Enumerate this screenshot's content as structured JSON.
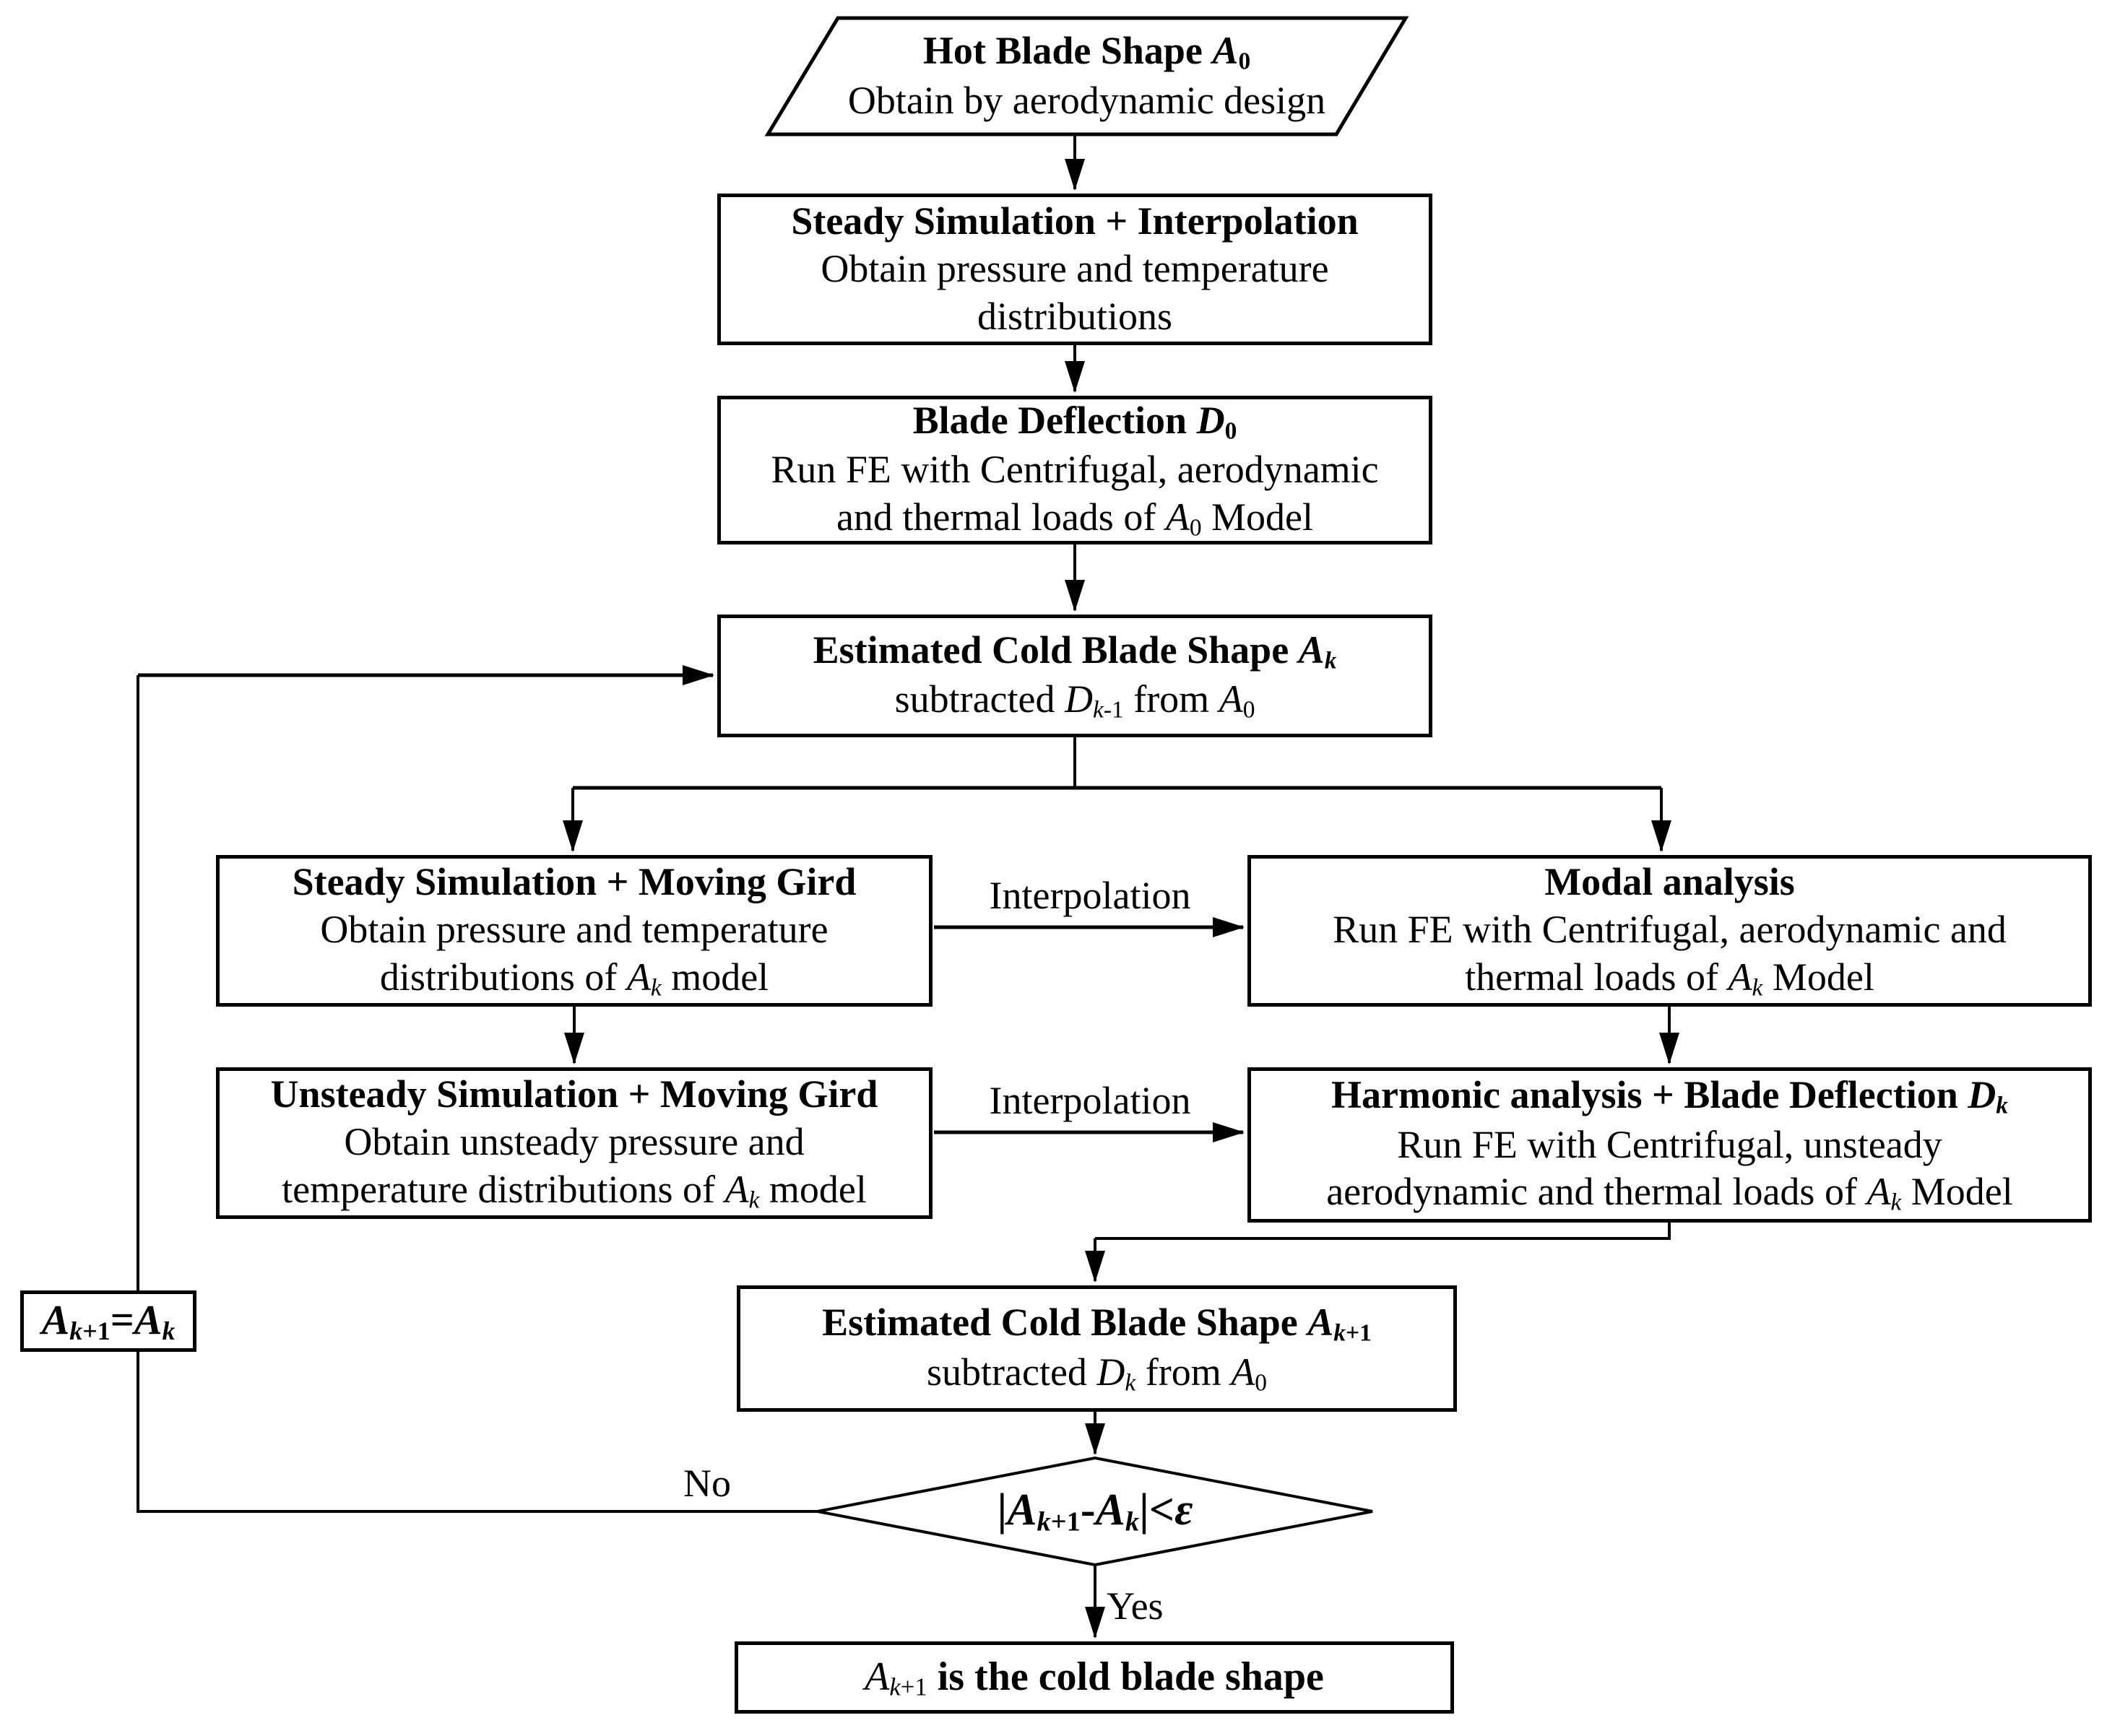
{
  "figure": {
    "background": "#ffffff",
    "stroke": "#000000"
  },
  "nodes": {
    "start": {
      "shape": "parallelogram",
      "lines": [
        [
          {
            "t": "Hot Blade Shape ",
            "s": "b"
          },
          {
            "t": "A",
            "s": "bi"
          },
          {
            "t": "0",
            "s": "bsub"
          }
        ],
        [
          {
            "t": "Obtain by aerodynamic design",
            "s": ""
          }
        ]
      ]
    },
    "steady_interpolation": {
      "shape": "rect",
      "lines": [
        [
          {
            "t": "Steady Simulation + Interpolation",
            "s": "b"
          }
        ],
        [
          {
            "t": "Obtain pressure and temperature",
            "s": ""
          }
        ],
        [
          {
            "t": "distributions",
            "s": ""
          }
        ]
      ]
    },
    "blade_deflection_d0": {
      "shape": "rect",
      "lines": [
        [
          {
            "t": "Blade Deflection ",
            "s": "b"
          },
          {
            "t": "D",
            "s": "bi"
          },
          {
            "t": "0",
            "s": "bsub"
          }
        ],
        [
          {
            "t": "Run FE with Centrifugal, aerodynamic",
            "s": ""
          }
        ],
        [
          {
            "t": "and thermal loads of ",
            "s": ""
          },
          {
            "t": "A",
            "s": "i"
          },
          {
            "t": "0",
            "s": "sub"
          },
          {
            "t": " Model",
            "s": ""
          }
        ]
      ]
    },
    "estimated_cold_ak": {
      "shape": "rect",
      "lines": [
        [
          {
            "t": "Estimated Cold Blade Shape ",
            "s": "b"
          },
          {
            "t": "A",
            "s": "bi"
          },
          {
            "t": "k",
            "s": "bsubi"
          }
        ],
        [
          {
            "t": "subtracted ",
            "s": ""
          },
          {
            "t": "D",
            "s": "i"
          },
          {
            "t": "k",
            "s": "subi"
          },
          {
            "t": "-1",
            "s": "sub"
          },
          {
            "t": " from ",
            "s": ""
          },
          {
            "t": "A",
            "s": "i"
          },
          {
            "t": "0",
            "s": "sub"
          }
        ]
      ]
    },
    "steady_moving_gird": {
      "shape": "rect",
      "lines": [
        [
          {
            "t": "Steady Simulation + Moving Gird",
            "s": "b"
          }
        ],
        [
          {
            "t": "Obtain pressure and temperature",
            "s": ""
          }
        ],
        [
          {
            "t": "distributions of ",
            "s": ""
          },
          {
            "t": "A",
            "s": "i"
          },
          {
            "t": "k",
            "s": "subi"
          },
          {
            "t": " model",
            "s": ""
          }
        ]
      ]
    },
    "modal_analysis": {
      "shape": "rect",
      "lines": [
        [
          {
            "t": "Modal analysis",
            "s": "b"
          }
        ],
        [
          {
            "t": "Run FE with Centrifugal, aerodynamic and",
            "s": ""
          }
        ],
        [
          {
            "t": "thermal loads of ",
            "s": ""
          },
          {
            "t": "A",
            "s": "i"
          },
          {
            "t": "k",
            "s": "subi"
          },
          {
            "t": " Model",
            "s": ""
          }
        ]
      ]
    },
    "unsteady_moving_gird": {
      "shape": "rect",
      "lines": [
        [
          {
            "t": "Unsteady Simulation + Moving Gird",
            "s": "b"
          }
        ],
        [
          {
            "t": "Obtain unsteady pressure and",
            "s": ""
          }
        ],
        [
          {
            "t": "temperature distributions of ",
            "s": ""
          },
          {
            "t": "A",
            "s": "i"
          },
          {
            "t": "k",
            "s": "subi"
          },
          {
            "t": " model",
            "s": ""
          }
        ]
      ]
    },
    "harmonic_analysis": {
      "shape": "rect",
      "lines": [
        [
          {
            "t": "Harmonic analysis + Blade Deflection ",
            "s": "b"
          },
          {
            "t": "D",
            "s": "bi"
          },
          {
            "t": "k",
            "s": "bsubi"
          }
        ],
        [
          {
            "t": "Run FE with Centrifugal, unsteady",
            "s": ""
          }
        ],
        [
          {
            "t": "aerodynamic and thermal loads of ",
            "s": ""
          },
          {
            "t": "A",
            "s": "i"
          },
          {
            "t": "k",
            "s": "subi"
          },
          {
            "t": " Model",
            "s": ""
          }
        ]
      ]
    },
    "estimated_cold_ak1": {
      "shape": "rect",
      "lines": [
        [
          {
            "t": "Estimated Cold Blade Shape ",
            "s": "b"
          },
          {
            "t": "A",
            "s": "bi"
          },
          {
            "t": "k",
            "s": "bsubi"
          },
          {
            "t": "+1",
            "s": "bsub"
          }
        ],
        [
          {
            "t": "subtracted ",
            "s": ""
          },
          {
            "t": "D",
            "s": "i"
          },
          {
            "t": "k",
            "s": "subi"
          },
          {
            "t": " from ",
            "s": ""
          },
          {
            "t": "A",
            "s": "i"
          },
          {
            "t": "0",
            "s": "sub"
          }
        ]
      ]
    },
    "decision": {
      "shape": "diamond",
      "lines": [
        [
          {
            "t": "|",
            "s": "b"
          },
          {
            "t": "A",
            "s": "bi"
          },
          {
            "t": "k",
            "s": "bsubi"
          },
          {
            "t": "+1",
            "s": "bsub"
          },
          {
            "t": "-",
            "s": "b"
          },
          {
            "t": "A",
            "s": "bi"
          },
          {
            "t": "k",
            "s": "bsubi"
          },
          {
            "t": "|<",
            "s": "b"
          },
          {
            "t": "ε",
            "s": "bi"
          }
        ]
      ]
    },
    "assign": {
      "shape": "rect",
      "lines": [
        [
          {
            "t": "A",
            "s": "bi"
          },
          {
            "t": "k",
            "s": "bsubi"
          },
          {
            "t": "+1",
            "s": "bsub"
          },
          {
            "t": "=",
            "s": "b"
          },
          {
            "t": "A",
            "s": "bi"
          },
          {
            "t": "k",
            "s": "bsubi"
          }
        ]
      ]
    },
    "final": {
      "shape": "rect",
      "lines": [
        [
          {
            "t": "A",
            "s": "i"
          },
          {
            "t": "k",
            "s": "subi"
          },
          {
            "t": "+1",
            "s": "sub"
          },
          {
            "t": " is the cold blade shape",
            "s": "b"
          }
        ]
      ]
    }
  },
  "labels": {
    "interpolation_top": "Interpolation",
    "interpolation_bottom": "Interpolation",
    "no": "No",
    "yes": "Yes"
  }
}
